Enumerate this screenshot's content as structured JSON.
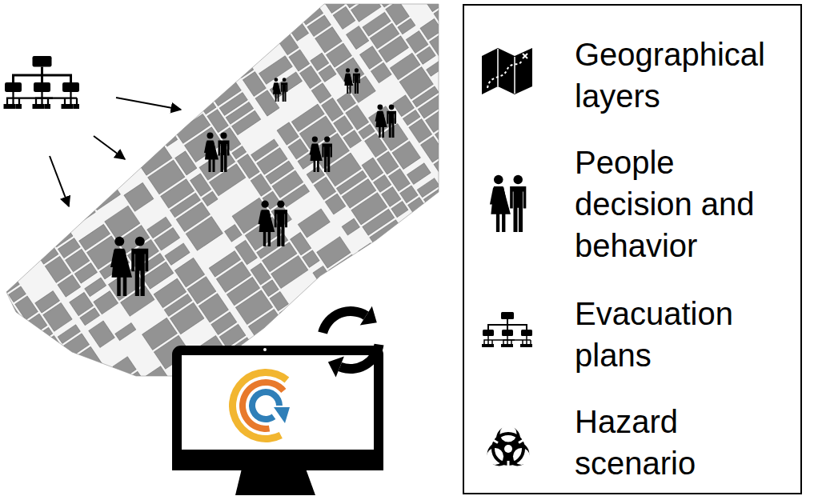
{
  "diagram": {
    "legend": [
      {
        "text": "Geographical layers"
      },
      {
        "text": "People decision and behavior"
      },
      {
        "text": "Evacuation plans"
      },
      {
        "text": "Hazard scenario"
      }
    ]
  }
}
